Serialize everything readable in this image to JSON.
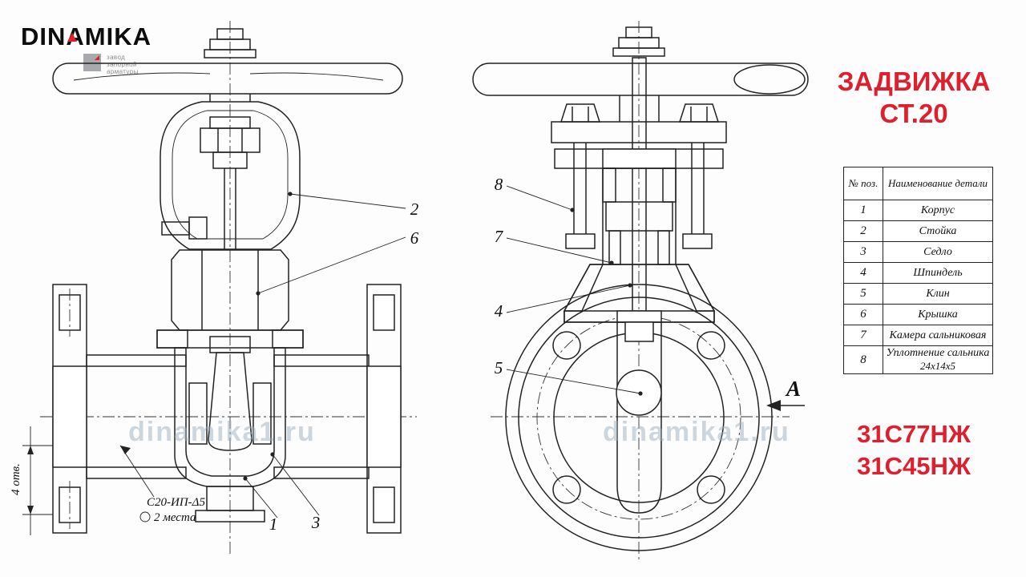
{
  "logo": {
    "brand": "DINAMIKA",
    "subtitle": [
      "завод",
      "запорной",
      "арматуры"
    ]
  },
  "title": {
    "line1": "ЗАДВИЖКА",
    "line2": "СТ.20"
  },
  "parts_table": {
    "col_pos": "№ поз.",
    "col_name": "Наименование детали",
    "rows": [
      {
        "pos": "1",
        "name": "Корпус"
      },
      {
        "pos": "2",
        "name": "Стойка"
      },
      {
        "pos": "3",
        "name": "Седло"
      },
      {
        "pos": "4",
        "name": "Шпиндель"
      },
      {
        "pos": "5",
        "name": "Клин"
      },
      {
        "pos": "6",
        "name": "Крышка"
      },
      {
        "pos": "7",
        "name": "Камера сальниковая"
      },
      {
        "pos": "8",
        "name": "Уплотнение сальника",
        "name2": "24х14х5"
      }
    ]
  },
  "model_codes": {
    "code1": "31С77НЖ",
    "code2": "31С45НЖ"
  },
  "drawing": {
    "callouts": {
      "c1": "1",
      "c2": "2",
      "c3": "3",
      "c4": "4",
      "c5": "5",
      "c6": "6",
      "c7": "7",
      "c8": "8"
    },
    "view_label": "А",
    "holes_note": "4 отв.",
    "weld_note": "С20-ИП-Δ5",
    "weld_note_2": "2 места",
    "watermark": "dinamika1.ru"
  },
  "colors": {
    "accent_red": "#df1f2d",
    "line": "#222222"
  }
}
